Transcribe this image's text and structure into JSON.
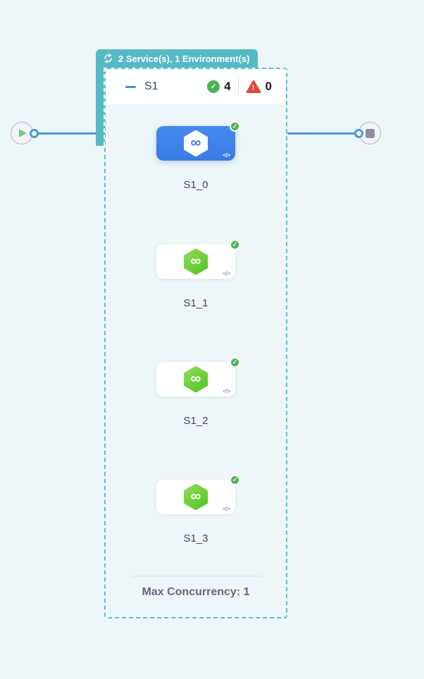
{
  "colors": {
    "background": "#edf7f9",
    "teal_badge": "#55bac6",
    "dashed_border": "#5ac2cd",
    "edge_blue": "#4a96db",
    "selected_node_blue": "#3d82e8",
    "success_green": "#4db156",
    "hexagon_green": "#5ec92e",
    "error_red": "#dd4b3e"
  },
  "icons": {
    "loop": "circular-arrows",
    "check": "✓",
    "infinity": "∞",
    "code": "</>",
    "warning": "!",
    "collapse": "minus",
    "play": "triangle-right",
    "stop": "square"
  },
  "group": {
    "badge_label": "2 Service(s), 1 Environment(s)",
    "title": "S1",
    "success_count": "4",
    "error_count": "0",
    "footer_label": "Max Concurrency: 1",
    "nodes": [
      {
        "label": "S1_0",
        "state": "selected",
        "status": "success"
      },
      {
        "label": "S1_1",
        "state": "default",
        "status": "success"
      },
      {
        "label": "S1_2",
        "state": "default",
        "status": "success"
      },
      {
        "label": "S1_3",
        "state": "default",
        "status": "success"
      }
    ]
  }
}
